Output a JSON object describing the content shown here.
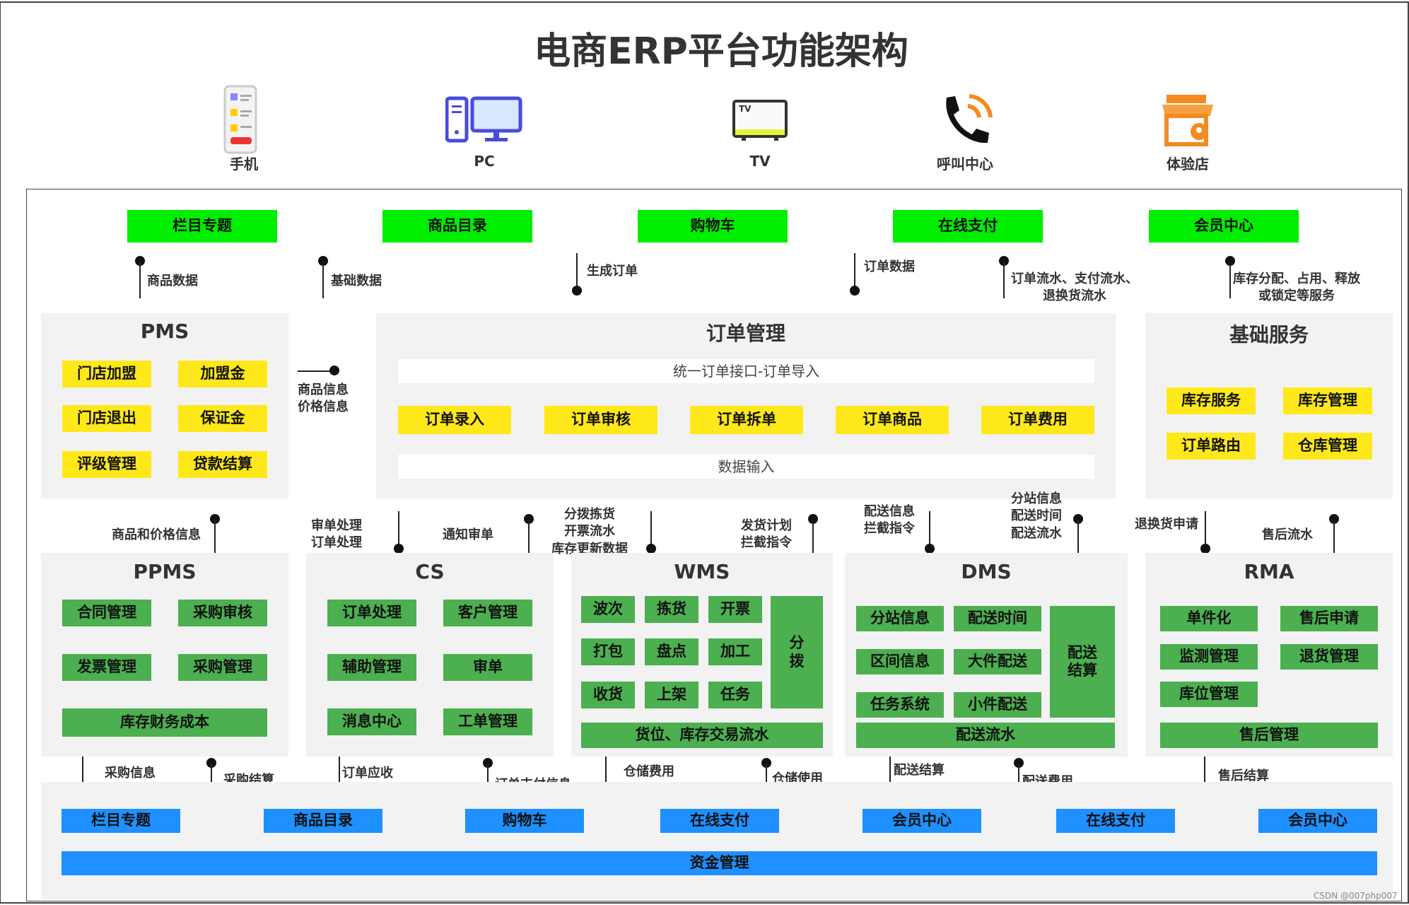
{
  "title": "电商ERP平台功能架构",
  "channels": [
    {
      "label": "手机",
      "icon": "mobile-phone-icon"
    },
    {
      "label": "PC",
      "icon": "pc-monitor-icon"
    },
    {
      "label": "TV",
      "icon": "tv-icon"
    },
    {
      "label": "呼叫中心",
      "icon": "phone-call-icon"
    },
    {
      "label": "体验店",
      "icon": "store-icon"
    }
  ],
  "front": [
    "栏目专题",
    "商品目录",
    "购物车",
    "在线支付",
    "会员中心"
  ],
  "top_labels": {
    "goods_data": "商品数据",
    "base_data": "基础数据",
    "gen_order": "生成订单",
    "order_data": "订单数据",
    "order_flow": "订单流水、支付流水、\n退换货流水",
    "stock_alloc": "库存分配、占用、释放\n或锁定等服务"
  },
  "pms": {
    "title": "PMS",
    "items": [
      "门店加盟",
      "加盟金",
      "门店退出",
      "保证金",
      "评级管理",
      "贷款结算"
    ]
  },
  "pms_link": "商品信息\n价格信息",
  "order": {
    "title": "订单管理",
    "interface": "统一订单接口-订单导入",
    "items": [
      "订单录入",
      "订单审核",
      "订单拆单",
      "订单商品",
      "订单费用"
    ],
    "data_input": "数据输入"
  },
  "base": {
    "title": "基础服务",
    "items": [
      "库存服务",
      "库存管理",
      "订单路由",
      "仓库管理"
    ]
  },
  "mid_labels": {
    "price_info": "商品和价格信息",
    "review": "审单处理\n订单处理",
    "notify": "通知审单",
    "pick": "分拨拣货\n开票流水\n库存更新数据",
    "ship": "发货计划\n拦截指令",
    "dist_info": "配送信息\n拦截指令",
    "station": "分站信息\n配送时间\n配送流水",
    "return_req": "退换货申请",
    "after_flow": "售后流水"
  },
  "ppms": {
    "title": "PPMS",
    "items": [
      "合同管理",
      "采购审核",
      "发票管理",
      "采购管理"
    ],
    "wide": "库存财务成本"
  },
  "cs": {
    "title": "CS",
    "items": [
      "订单处理",
      "客户管理",
      "辅助管理",
      "审单",
      "消息中心",
      "工单管理"
    ]
  },
  "wms": {
    "title": "WMS",
    "items": [
      "波次",
      "拣货",
      "开票",
      "打包",
      "盘点",
      "加工",
      "收货",
      "上架",
      "任务"
    ],
    "side": "分\n拨",
    "wide": "货位、库存交易流水"
  },
  "dms": {
    "title": "DMS",
    "items": [
      "分站信息",
      "配送时间",
      "区间信息",
      "大件配送",
      "任务系统",
      "小件配送"
    ],
    "side": "配送\n结算",
    "wide": "配送流水"
  },
  "rma": {
    "title": "RMA",
    "items": [
      "单件化",
      "售后申请",
      "监测管理",
      "退货管理",
      "库位管理"
    ],
    "wide": "售后管理"
  },
  "bottom_labels": {
    "purchase_info": "采购信息",
    "purchase_settle": "采购结算",
    "order_receivable": "订单应收",
    "order_pay_info": "订单支付信息",
    "storage_fee": "仓储费用",
    "storage_use": "仓储使用",
    "dist_settle": "配送结算",
    "dist_fee": "配送费用",
    "after_settle": "售后结算"
  },
  "finance": [
    "栏目专题",
    "商品目录",
    "购物车",
    "在线支付",
    "会员中心",
    "在线支付",
    "会员中心"
  ],
  "finance_bar": "资金管理",
  "watermark": "CSDN @007php007",
  "colors": {
    "green": "#00ee00",
    "dark_green": "#4caf50",
    "yellow": "#ffe81a",
    "blue": "#1e90ff",
    "panel": "#f2f2f2"
  }
}
